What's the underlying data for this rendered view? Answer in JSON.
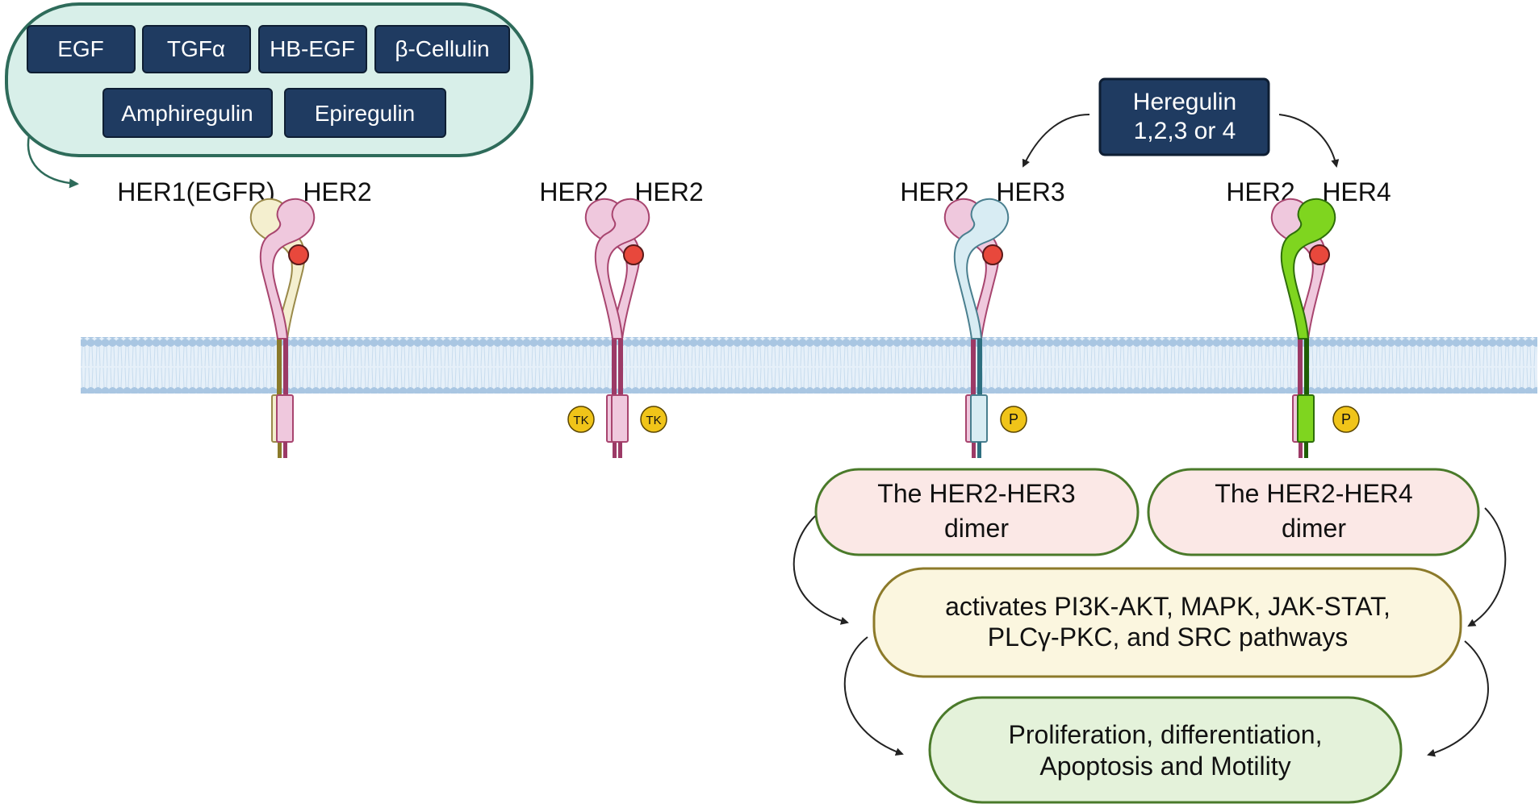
{
  "ligands": {
    "items": [
      "EGF",
      "TGFα",
      "HB-EGF",
      "β-Cellulin",
      "Amphiregulin",
      "Epiregulin"
    ]
  },
  "heregulin": {
    "line1": "Heregulin",
    "line2": "1,2,3 or 4"
  },
  "dimers": [
    {
      "left_label": "HER1(EGFR)",
      "right_label": "HER2"
    },
    {
      "left_label": "HER2",
      "right_label": "HER2"
    },
    {
      "left_label": "HER2",
      "right_label": "HER3"
    },
    {
      "left_label": "HER2",
      "right_label": "HER4"
    }
  ],
  "badges": {
    "tk": "TK",
    "p": "P"
  },
  "boxes": {
    "her2_her3": {
      "line1": "The HER2-HER3",
      "line2": "dimer"
    },
    "her2_her4": {
      "line1": "The HER2-HER4",
      "line2": "dimer"
    },
    "pathways": {
      "line1": "activates PI3K-AKT, MAPK, JAK-STAT,",
      "line2": "PLCγ-PKC, and SRC pathways"
    },
    "outcome": {
      "line1": "Proliferation, differentiation,",
      "line2": "Apoptosis and Motility"
    }
  },
  "colors": {
    "ligand_box": "#1f3b61",
    "ligand_container": "#d8efe9",
    "container_border": "#2e6b5a",
    "her1": "#f4efcf",
    "her2": "#efc8dd",
    "her3": "#d8ecf3",
    "her4": "#7fd51f",
    "dimer_box": "#fbe8e6",
    "pathway_box": "#fbf6df",
    "outcome_box": "#e4f2da",
    "tk_badge": "#f0c419",
    "red_dot": "#e8483c"
  }
}
